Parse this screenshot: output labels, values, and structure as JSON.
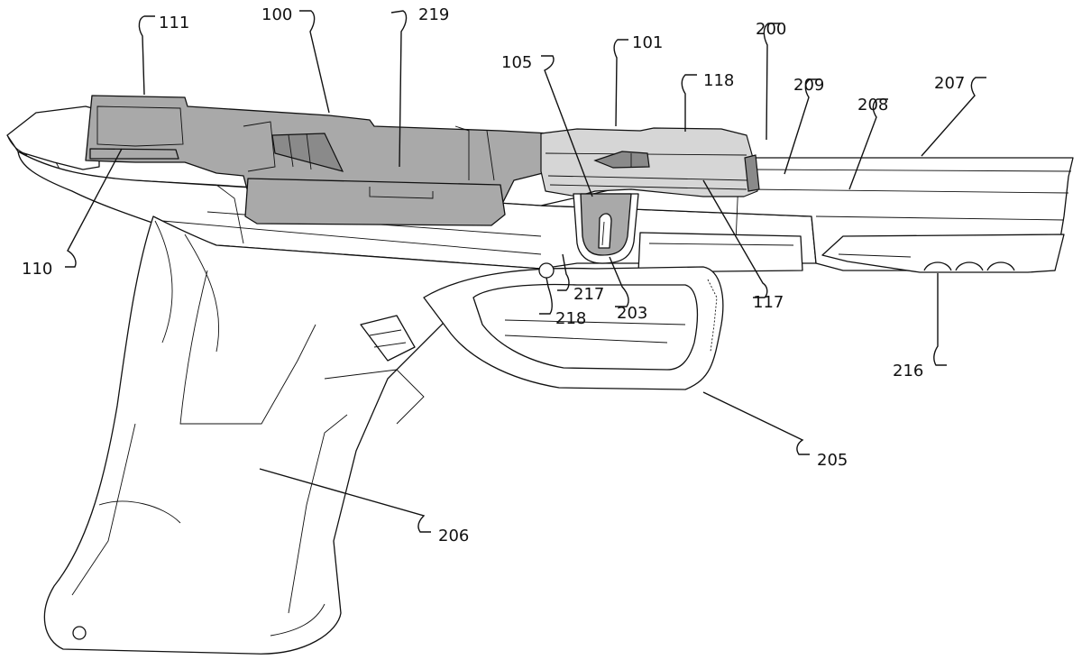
{
  "figure": {
    "title": "Handgun frame with slide-interface insert — perspective view",
    "reference_numerals": [
      {
        "id": "111",
        "part": "rear insert rail"
      },
      {
        "id": "100",
        "part": "insert"
      },
      {
        "id": "219",
        "part": "insert body"
      },
      {
        "id": "105",
        "part": "takedown lever"
      },
      {
        "id": "101",
        "part": "front insert"
      },
      {
        "id": "118",
        "part": "front rail"
      },
      {
        "id": "200",
        "part": "frame"
      },
      {
        "id": "209",
        "part": "dust cover side"
      },
      {
        "id": "208",
        "part": "dust cover"
      },
      {
        "id": "207",
        "part": "frame top"
      },
      {
        "id": "110",
        "part": "rear insert"
      },
      {
        "id": "117",
        "part": "front insert rail"
      },
      {
        "id": "217",
        "part": "frame edge"
      },
      {
        "id": "218",
        "part": "pin hole"
      },
      {
        "id": "203",
        "part": "takedown recess"
      },
      {
        "id": "216",
        "part": "accessory rail"
      },
      {
        "id": "205",
        "part": "trigger guard"
      },
      {
        "id": "206",
        "part": "grip"
      }
    ]
  }
}
